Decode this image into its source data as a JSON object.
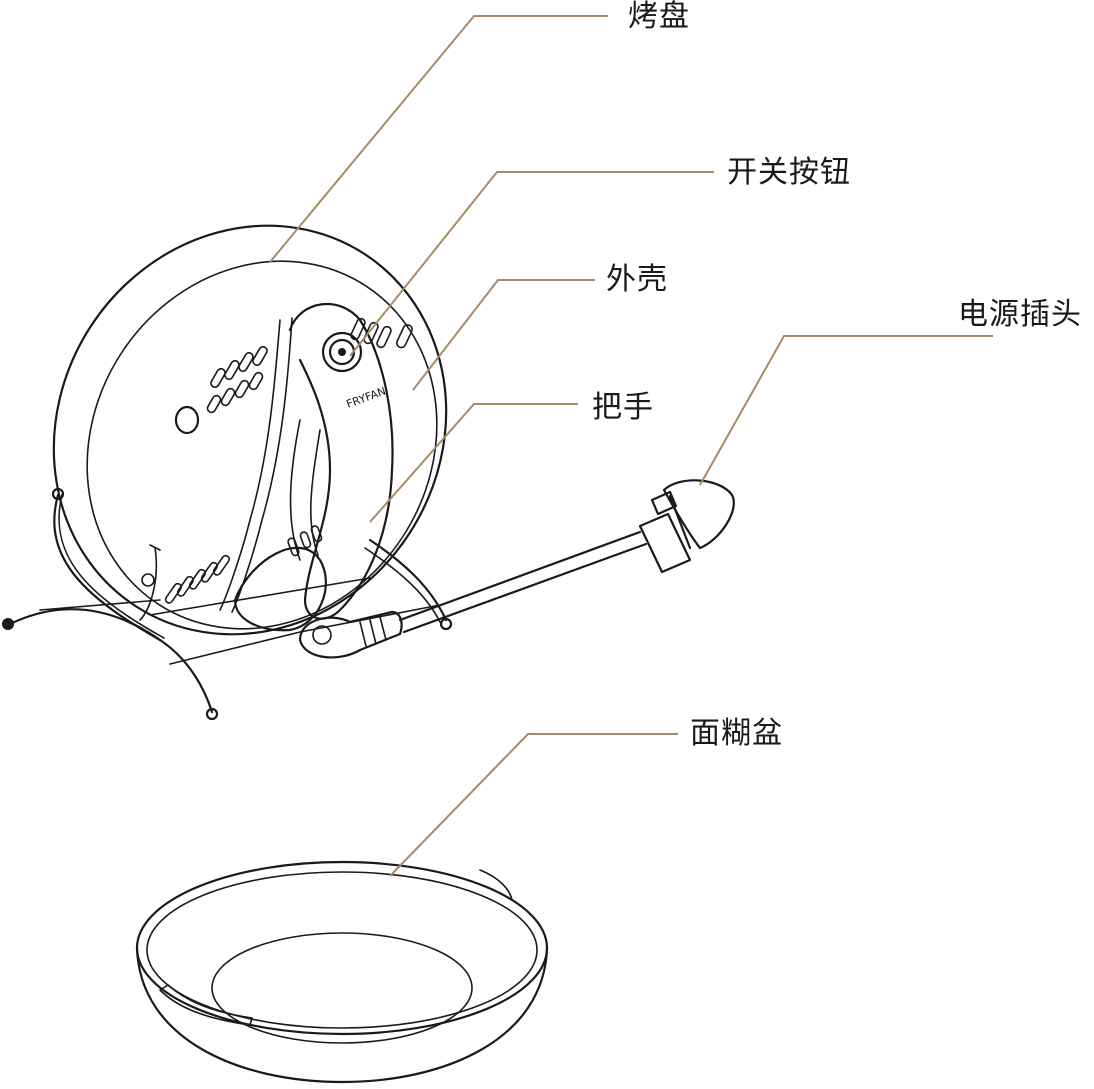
{
  "diagram": {
    "parts": [
      {
        "id": "grill-plate",
        "label": "烤盘"
      },
      {
        "id": "power-switch",
        "label": "开关按钮"
      },
      {
        "id": "outer-shell",
        "label": "外壳"
      },
      {
        "id": "power-plug",
        "label": "电源插头"
      },
      {
        "id": "handle",
        "label": "把手"
      },
      {
        "id": "batter-bowl",
        "label": "面糊盆"
      }
    ],
    "brand_mark": "FRYFAN",
    "colors": {
      "ink": "#1a1a1a",
      "leader": "#a88a66",
      "plug_mesh": "#3a3a3a"
    }
  }
}
